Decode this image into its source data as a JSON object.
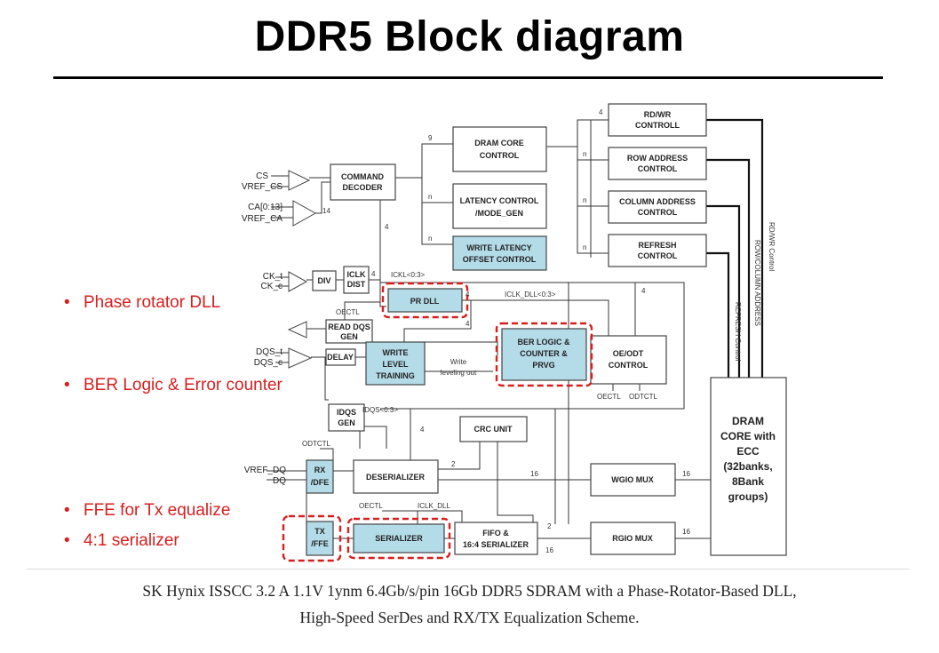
{
  "title": "DDR5 Block diagram",
  "bullets": [
    "Phase rotator DLL",
    "BER Logic & Error counter",
    "FFE for Tx equalize",
    "4:1 serializer"
  ],
  "blocks": {
    "command_decoder": [
      "COMMAND",
      "DECODER"
    ],
    "dram_core_control": [
      "DRAM CORE",
      "CONTROL"
    ],
    "latency_control": [
      "LATENCY CONTROL",
      "/MODE_GEN"
    ],
    "write_latency": [
      "WRITE LATENCY",
      "OFFSET CONTROL"
    ],
    "rdwr_control": [
      "RD/WR",
      "CONTROLL"
    ],
    "row_address": [
      "ROW ADDRESS",
      "CONTROL"
    ],
    "column_address": [
      "COLUMN ADDRESS",
      "CONTROL"
    ],
    "refresh_control": [
      "REFRESH",
      "CONTROL"
    ],
    "div": "DIV",
    "iclk_dist": [
      "ICLK",
      "DIST"
    ],
    "pr_dll": "PR DLL",
    "read_dqs_gen": [
      "READ DQS",
      "GEN"
    ],
    "delay": "DELAY",
    "write_level_training": [
      "WRITE",
      "LEVEL",
      "TRAINING"
    ],
    "ber_logic": [
      "BER LOGIC &",
      "COUNTER &",
      "PRVG"
    ],
    "oe_odt_control": [
      "OE/ODT",
      "CONTROL"
    ],
    "idqs_gen": [
      "IDQS",
      "GEN"
    ],
    "crc_unit": "CRC UNIT",
    "rx_dfe": [
      "RX",
      "/DFE"
    ],
    "deserializer": "DESERIALIZER",
    "wgio_mux": "WGIO MUX",
    "tx_ffe": [
      "TX",
      "/FFE"
    ],
    "serializer": "SERIALIZER",
    "fifo": [
      "FIFO &",
      "16:4 SERIALIZER"
    ],
    "rgio_mux": "RGIO MUX",
    "dram_core_ecc": [
      "DRAM",
      "CORE with",
      "ECC",
      "(32banks,",
      "8Bank",
      "groups)"
    ]
  },
  "signals": {
    "cs": "CS",
    "vref_cs": "VREF_CS",
    "ca": "CA[0:13]",
    "vref_ca": "VREF_CA",
    "ck_t": "CK_t",
    "ck_c": "CK_c",
    "dqs_t": "DQS_t",
    "dqs_c": "DQS_c",
    "vref_dq": "VREF_DQ",
    "dq": "DQ",
    "iclk_03": "ICKL<0:3>",
    "iclk_dll_03": "ICLK_DLL<0:3>",
    "idqs_03": "IDQS<0:3>",
    "oectl_top": "OECTL",
    "oectl_bottom": "OECTL",
    "oectl_out": "OECTL",
    "odtctl_out": "ODTCTL",
    "odtctl_rx": "ODTCTL",
    "iclk_dll": "ICLK_DLL",
    "write_leveling_out": [
      "Write",
      "leveling out"
    ],
    "rdwr_control_v": "RD/WR Control",
    "row_column_address_v": "ROW/COLUMN ADDRESS",
    "refresh_control_v": "REFRESH Control"
  },
  "bus_widths": {
    "w14": "14",
    "w4a": "4",
    "w4b": "4",
    "w4c": "4",
    "w4d": "4",
    "w4e": "4",
    "w4f": "4",
    "w4g": "4",
    "w9": "9",
    "wn1": "n",
    "wn2": "n",
    "wn3": "n",
    "wn4": "n",
    "wn5": "n",
    "w2a": "2",
    "w2b": "2",
    "w16a": "16",
    "w16b": "16",
    "w16c": "16",
    "w16d": "16"
  },
  "caption": [
    "SK Hynix ISSCC 3.2 A 1.1V 1ynm 6.4Gb/s/pin 16Gb DDR5 SDRAM with a Phase-Rotator-Based DLL,",
    "High-Speed SerDes and RX/TX Equalization Scheme."
  ]
}
